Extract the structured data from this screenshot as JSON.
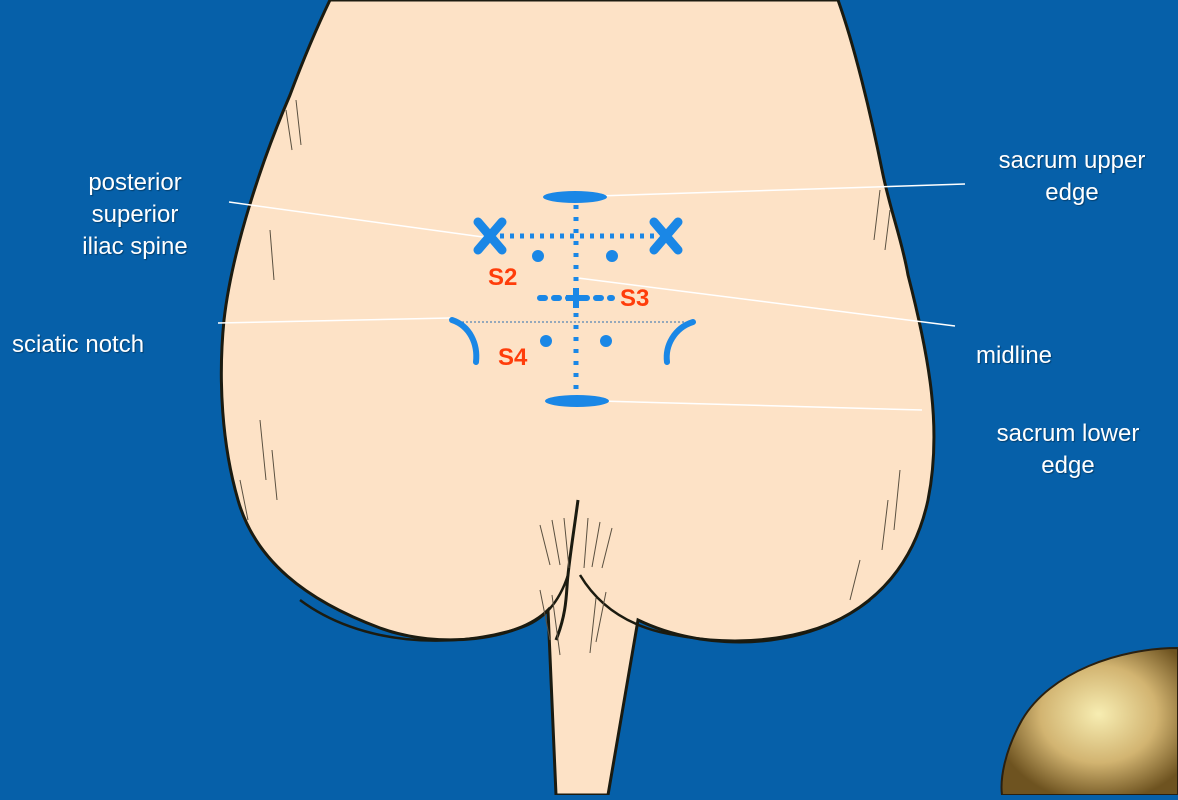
{
  "labels": {
    "psis": [
      "posterior",
      "superior",
      "iliac spine"
    ],
    "sciatic_notch": "sciatic notch",
    "sacrum_upper": [
      "sacrum upper",
      "edge"
    ],
    "midline": "midline",
    "sacrum_lower": [
      "sacrum lower",
      "edge"
    ]
  },
  "segments": {
    "s2": "S2",
    "s3": "S3",
    "s4": "S4"
  },
  "colors": {
    "background": "#0660a9",
    "skin": "#fde2c6",
    "outline": "#1b1b10",
    "marker": "#1a87e6",
    "segment_text": "#ff3d0a",
    "label_text": "#ffffff"
  }
}
